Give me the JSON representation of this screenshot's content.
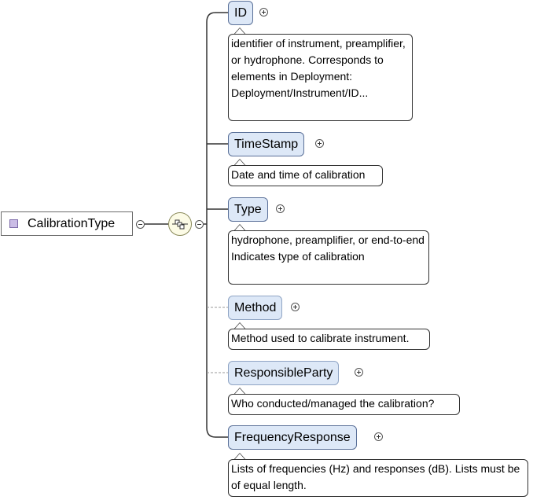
{
  "root": {
    "label": "CalibrationType"
  },
  "elements": [
    {
      "label": "ID",
      "optional": false,
      "annotation": "identifier of instrument, preamplifier, or hydrophone. Corresponds to elements in Deployment: Deployment/Instrument/ID..."
    },
    {
      "label": "TimeStamp",
      "optional": false,
      "annotation": "Date and time of calibration"
    },
    {
      "label": "Type",
      "optional": false,
      "annotation": "hydrophone, preamplifier, or end-to-end Indicates type of calibration"
    },
    {
      "label": "Method",
      "optional": true,
      "annotation": "Method used to calibrate instrument."
    },
    {
      "label": "ResponsibleParty",
      "optional": true,
      "annotation": "Who conducted/managed the calibration?"
    },
    {
      "label": "FrequencyResponse",
      "optional": false,
      "annotation": "Lists of frequencies (Hz) and responses (dB). Lists must be of equal length."
    }
  ],
  "colors": {
    "element_fill": "#dde8f7",
    "element_border": "#5a7098",
    "root_marker": "#cbbde6",
    "compositor_fill": "#fcfbe6"
  },
  "icons": {
    "compositor": "sequence-compositor-icon",
    "collapse": "minus-circle-icon",
    "expand": "plus-circle-icon"
  }
}
